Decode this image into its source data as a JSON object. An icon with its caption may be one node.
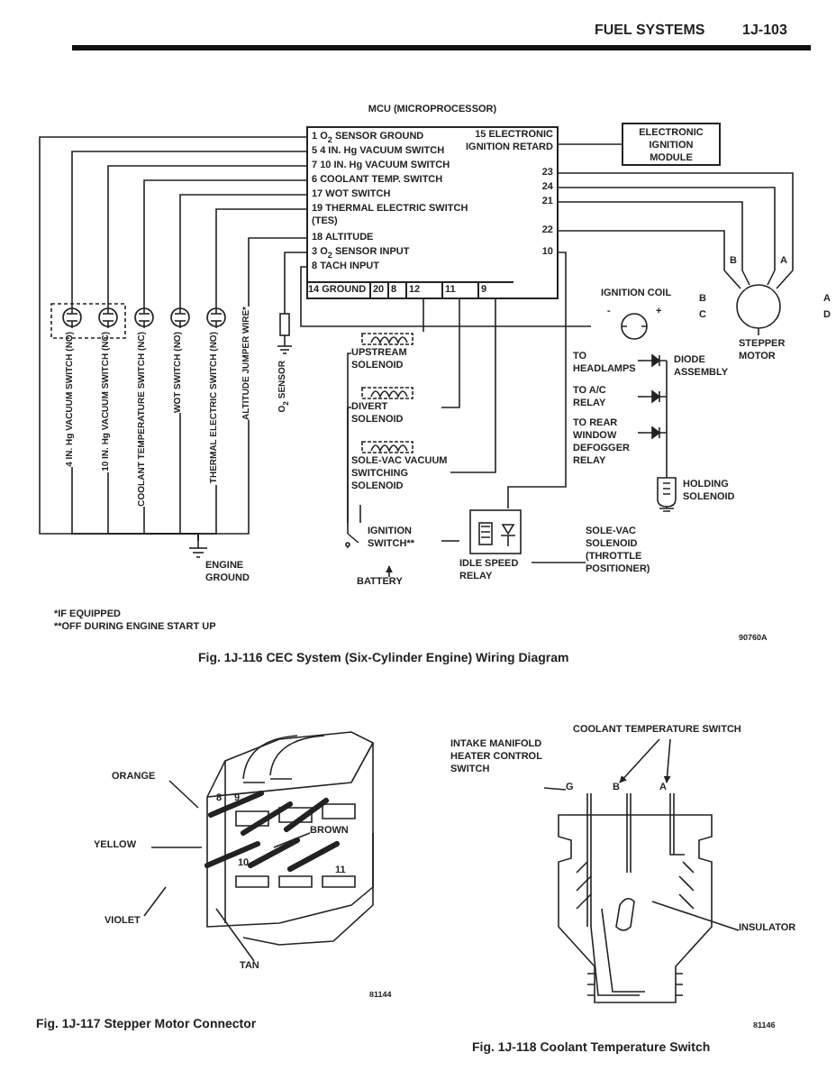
{
  "diagram": {
    "nodes": [
      {
        "text": [
          "MCU (MICROPROCESSOR)",
          "1 O$_{2}$ SENSOR GROUND",
          "15 ELECTRONIC IGNITION RETARD",
          "5 4 IN. Hg VACUUM SWITCH",
          "7 10 IN. Hg VACUUM SWITCH",
          "23",
          "6 COOLANT TEMP. SWITCH",
          "24",
          "17 WOT SWITCH",
          "21",
          "19 THERMAL ELECTRIC SWITCH (TES)",
          "22",
          "18 ALTITUDE",
          "3 O$_{2}$ SENSOR INPUT",
          "10",
          "8 TACH INPUT",
          "14 GROUND",
          "20",
          "8",
          "12",
          "11",
          "9"
        ]
      },
      {
        "text": [
          "ELECTRONIC IGNITION MODULE"
        ]
      },
      {
        "text": [
          "4 IN. Hg VACUUM SWITCH (NO)"
        ]
      },
      {
        "text": [
          "10 IN. Hg VACUUM SWITCH (NC)"
        ]
      },
      {
        "text": [
          "COOLANT TEMPERATURE SWITCH (NC)"
        ]
      },
      {
        "text": [
          "WOT SWITCH (NO)"
        ]
      },
      {
        "text": [
          "THERMAL ELECTRIC SWITCH (NO)"
        ]
      },
      {
        "text": [
          "ALTITUDE JUMPER WIRE*"
        ]
      },
      {
        "text": [
          "O$_{2}$ SENSOR"
        ]
      },
      {
        "text": [
          "ENGINE GROUND"
        ]
      },
      {
        "text": [
          "UPSTREAM SOLENOID"
        ]
      },
      {
        "text": [
          "DIVERT SOLENOID"
        ]
      },
      {
        "text": [
          "SOLE-VAC VACUUM SWITCHING SOLENOID"
        ]
      },
      {
        "text": [
          "IGNITION SWITCH**"
        ]
      },
      {
        "text": [
          "BATTERY"
        ]
      },
      {
        "text": [
          "IDLE SPEED RELAY"
        ]
      },
      {
        "text": [
          "IGNITION COIL"
        ],
        "beside": [
          "-",
          "+"
        ]
      },
      {
        "text": [
          "STEPPER MOTOR"
        ],
        "beside": [
          "B",
          "A",
          "B",
          "C",
          "A",
          "D"
        ]
      },
      {
        "text": [
          "DIODE ASSEMBLY"
        ]
      },
      {
        "text": [
          "TO HEADLAMPS"
        ]
      },
      {
        "text": [
          "TO A/C RELAY"
        ]
      },
      {
        "text": [
          "TO REAR WINDOW DEFOGGER RELAY"
        ]
      },
      {
        "text": [
          "HOLDING SOLENOID"
        ]
      },
      {
        "text": [
          "SOLE-VAC SOLENOID (THROTTLE POSITIONER)"
        ]
      },
      {
        "text": [
          "ORANGE"
        ]
      },
      {
        "text": [
          "YELLOW"
        ]
      },
      {
        "text": [
          "BROWN"
        ]
      },
      {
        "text": [
          "VIOLET"
        ]
      },
      {
        "text": [
          "TAN"
        ]
      },
      {
        "text": [
          "G"
        ]
      },
      {
        "text": [
          "B"
        ]
      },
      {
        "text": [
          "A"
        ]
      },
      {
        "text": [
          "COOLANT TEMPERATURE SWITCH"
        ]
      },
      {
        "text": [
          "INTAKE MANIFOLD HEATER CONTROL SWITCH"
        ]
      },
      {
        "text": [
          "INSULATOR"
        ]
      }
    ],
    "edges": [
      {
        "from": 0,
        "to": 1,
        "arrow": "none"
      },
      {
        "from": 0,
        "to": 2,
        "arrow": "none"
      },
      {
        "from": 0,
        "to": 3,
        "arrow": "none"
      },
      {
        "from": 0,
        "to": 4,
        "arrow": "none"
      },
      {
        "from": 0,
        "to": 5,
        "arrow": "none"
      },
      {
        "from": 0,
        "to": 6,
        "arrow": "none"
      },
      {
        "from": 0,
        "to": 7,
        "arrow": "none"
      },
      {
        "from": 0,
        "to": 8,
        "arrow": "none"
      },
      {
        "from": 0,
        "to": 9,
        "arrow": "none"
      },
      {
        "from": 2,
        "to": 9,
        "arrow": "none"
      },
      {
        "from": 3,
        "to": 9,
        "arrow": "none"
      },
      {
        "from": 4,
        "to": 9,
        "arrow": "none"
      },
      {
        "from": 5,
        "to": 9,
        "arrow": "none"
      },
      {
        "from": 6,
        "to": 9,
        "arrow": "none"
      },
      {
        "from": 7,
        "to": 9,
        "arrow": "none"
      },
      {
        "from": 0,
        "to": 16,
        "arrow": "none"
      },
      {
        "from": 0,
        "to": 10,
        "arrow": "none"
      },
      {
        "from": 0,
        "to": 11,
        "arrow": "none"
      },
      {
        "from": 0,
        "to": 12,
        "arrow": "none"
      },
      {
        "from": 0,
        "to": 17,
        "arrow": "none"
      },
      {
        "from": 0,
        "to": 17,
        "arrow": "none"
      },
      {
        "from": 0,
        "to": 17,
        "arrow": "none"
      },
      {
        "from": 0,
        "to": 17,
        "arrow": "none"
      },
      {
        "from": 0,
        "to": 15,
        "arrow": "none"
      },
      {
        "from": 13,
        "to": 15,
        "arrow": "none"
      },
      {
        "from": 14,
        "to": 13,
        "arrow": "to"
      },
      {
        "from": 15,
        "to": 23,
        "arrow": "none"
      },
      {
        "from": 19,
        "to": 18,
        "arrow": "none"
      },
      {
        "from": 20,
        "to": 18,
        "arrow": "none"
      },
      {
        "from": 21,
        "to": 18,
        "arrow": "none"
      },
      {
        "from": 18,
        "to": 22,
        "arrow": "none"
      },
      {
        "from": 13,
        "to": 10,
        "arrow": "none"
      },
      {
        "from": 13,
        "to": 11,
        "arrow": "none"
      },
      {
        "from": 13,
        "to": 12,
        "arrow": "none"
      },
      {
        "from": 24,
        "to": null,
        "arrow": "none"
      },
      {
        "from": 25,
        "to": null,
        "arrow": "none"
      },
      {
        "from": 26,
        "to": null,
        "arrow": "none"
      },
      {
        "from": 27,
        "to": null,
        "arrow": "none"
      },
      {
        "from": 28,
        "to": null,
        "arrow": "none"
      },
      {
        "from": 32,
        "to": 30,
        "arrow": "to"
      },
      {
        "from": 32,
        "to": 31,
        "arrow": "to"
      },
      {
        "from": 33,
        "to": 29,
        "arrow": "none"
      },
      {
        "from": 34,
        "to": null,
        "arrow": "none"
      }
    ],
    "labels": [
      "FUEL SYSTEMS",
      "1J-103",
      "*IF EQUIPPED",
      "**OFF DURING ENGINE START UP",
      "90760A",
      "Fig. 1J-116 CEC System (Six-Cylinder Engine) Wiring Diagram",
      "8",
      "9",
      "10",
      "11",
      "81144",
      "Fig. 1J-117 Stepper Motor Connector",
      "81146",
      "Fig. 1J-118 Coolant Temperature Switch"
    ]
  }
}
